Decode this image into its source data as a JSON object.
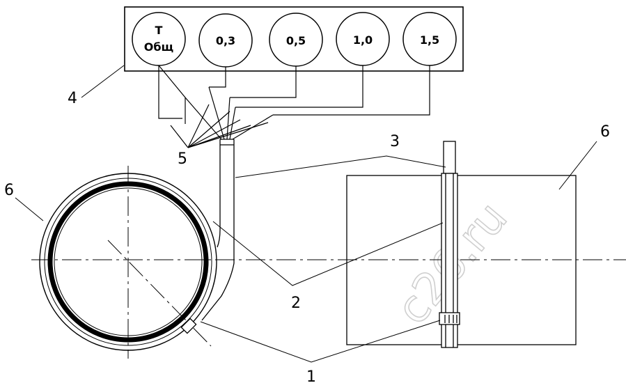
{
  "gauges": [
    {
      "line1": "Т",
      "line2": "Общ"
    },
    {
      "line1": "0,3",
      "line2": ""
    },
    {
      "line1": "0,5",
      "line2": ""
    },
    {
      "line1": "1,0",
      "line2": ""
    },
    {
      "line1": "1,5",
      "line2": ""
    }
  ],
  "labels": {
    "n1": "1",
    "n2": "2",
    "n3": "3",
    "n4": "4",
    "n5": "5",
    "n6_left": "6",
    "n6_right": "6"
  },
  "watermark": "c26.ru"
}
